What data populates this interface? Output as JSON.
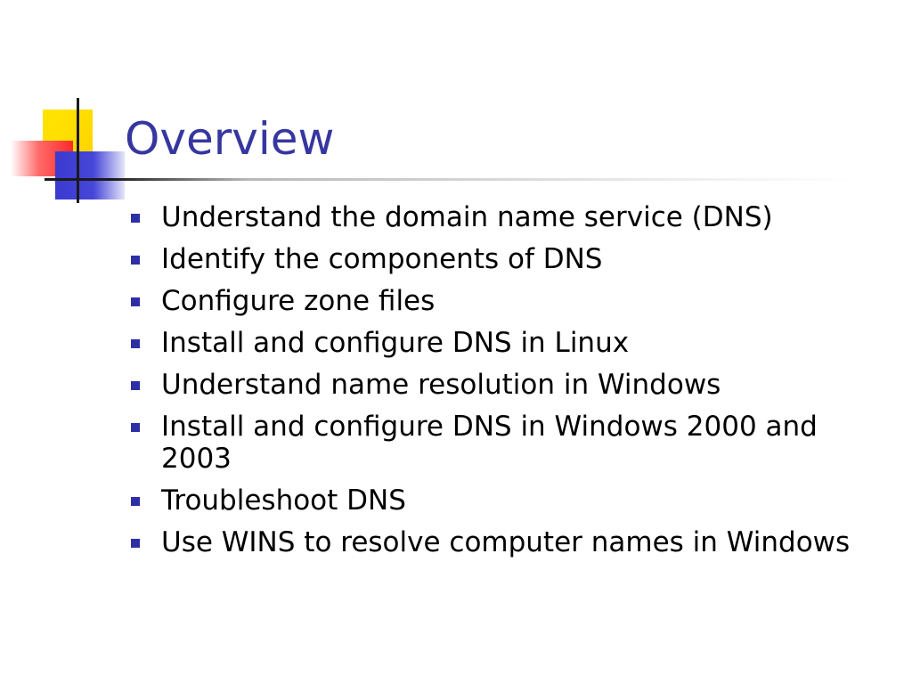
{
  "slide": {
    "title": "Overview",
    "bullets": [
      "Understand the domain name service (DNS)",
      "Identify the components of DNS",
      "Configure zone files",
      "Install and configure DNS in Linux",
      "Understand name resolution in Windows",
      "Install and configure DNS in Windows 2000 and 2003",
      "Troubleshoot DNS",
      "Use WINS to resolve computer names in Windows"
    ]
  },
  "colors": {
    "title": "#3636a0",
    "bullet_marker": "#2e2ea6",
    "text": "#000000",
    "deco_yellow": "#ffe600",
    "deco_red": "#ff2a2a",
    "deco_blue": "#3a3ad0"
  },
  "icons": {
    "bullet": "square-bullet-icon",
    "logo": "slide-logo-squares"
  }
}
